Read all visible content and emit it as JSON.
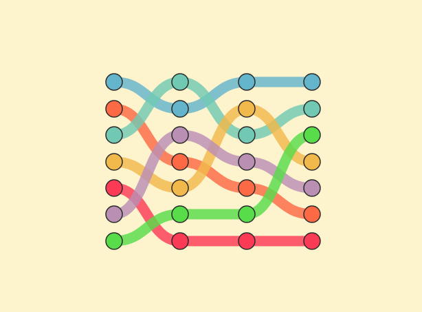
{
  "game": {
    "background": "#fdf3cd",
    "node_outline": "#2a2a2a",
    "colors": {
      "blue": "#64b4cc",
      "orange": "#fb6a45",
      "teal": "#72c9b3",
      "amber": "#f1b84c",
      "red": "#fb3b55",
      "mauve": "#b98fb4",
      "green": "#58dc4a"
    },
    "columns": 4,
    "rows": 7,
    "paths": [
      {
        "color": "blue",
        "rows": [
          0,
          1,
          0,
          0
        ]
      },
      {
        "color": "orange",
        "rows": [
          1,
          3,
          4,
          5
        ]
      },
      {
        "color": "teal",
        "rows": [
          2,
          0,
          2,
          1
        ]
      },
      {
        "color": "amber",
        "rows": [
          3,
          4,
          1,
          3
        ]
      },
      {
        "color": "red",
        "rows": [
          4,
          6,
          6,
          6
        ]
      },
      {
        "color": "mauve",
        "rows": [
          5,
          2,
          3,
          4
        ]
      },
      {
        "color": "green",
        "rows": [
          6,
          5,
          5,
          2
        ]
      }
    ]
  }
}
